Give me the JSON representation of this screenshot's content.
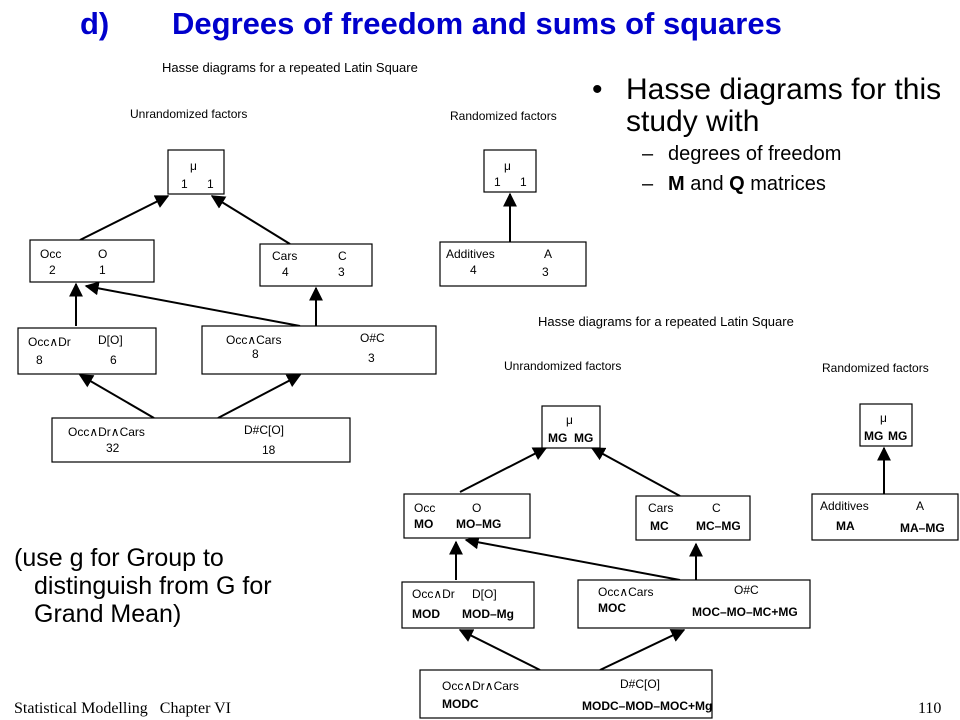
{
  "slide": {
    "title_label": "d)",
    "title_text": "Degrees of freedom and sums of squares",
    "bullet": "Hasse diagrams for this study with",
    "sub_bullets": [
      {
        "text": "degrees of freedom"
      },
      {
        "bold1": "M",
        "mid": " and ",
        "bold2": "Q",
        "tail": " matrices"
      }
    ],
    "note": [
      "(use g for Group to",
      "distinguish from G for",
      "Grand Mean)"
    ],
    "footer": "Statistical Modelling   Chapter VI",
    "page_number": "110"
  },
  "diagram1": {
    "heading": "Hasse diagrams for a repeated Latin Square",
    "unrandomized_label": "Unrandomized factors",
    "randomized_label": "Randomized factors",
    "nodes": {
      "mu": {
        "left": "μ",
        "right": "",
        "lval": "1",
        "rval": "1"
      },
      "occ": {
        "left": "Occ",
        "right": "O",
        "lval": "2",
        "rval": "1"
      },
      "cars": {
        "left": "Cars",
        "right": "C",
        "lval": "4",
        "rval": "3"
      },
      "occdr": {
        "left": "Occ∧Dr",
        "right": "D[O]",
        "lval": "8",
        "rval": "6"
      },
      "occcars": {
        "left": "Occ∧Cars",
        "right": "O#C",
        "lval": "8",
        "rval": "3"
      },
      "occdrcars": {
        "left": "Occ∧Dr∧Cars",
        "right": "D#C[O]",
        "lval": "32",
        "rval": "18"
      },
      "rmu": {
        "left": "μ",
        "right": "",
        "lval": "1",
        "rval": "1"
      },
      "additives": {
        "left": "Additives",
        "right": "A",
        "lval": "4",
        "rval": "3"
      }
    }
  },
  "diagram2": {
    "heading": "Hasse diagrams for a repeated Latin Square",
    "unrandomized_label": "Unrandomized factors",
    "randomized_label": "Randomized factors",
    "nodes": {
      "mu": {
        "left": "μ",
        "lval": "MG",
        "rval": "MG"
      },
      "occ": {
        "left": "Occ",
        "right": "O",
        "lval": "MO",
        "rval": "MO–MG"
      },
      "cars": {
        "left": "Cars",
        "right": "C",
        "lval": "MC",
        "rval": "MC–MG"
      },
      "occdr": {
        "left": "Occ∧Dr",
        "right": "D[O]",
        "lval": "MOD",
        "rval": "MOD–Mg"
      },
      "occcars": {
        "left": "Occ∧Cars",
        "right": "O#C",
        "lval": "MOC",
        "rval": "MOC–MO–MC+MG"
      },
      "occdrcars": {
        "left": "Occ∧Dr∧Cars",
        "right": "D#C[O]",
        "lval": "MODC",
        "rval": "MODC–MOD–MOC+Mg"
      },
      "rmu": {
        "left": "μ",
        "lval": "MG",
        "rval": "MG"
      },
      "additives": {
        "left": "Additives",
        "right": "A",
        "lval": "MA",
        "rval": "MA–MG"
      }
    }
  }
}
